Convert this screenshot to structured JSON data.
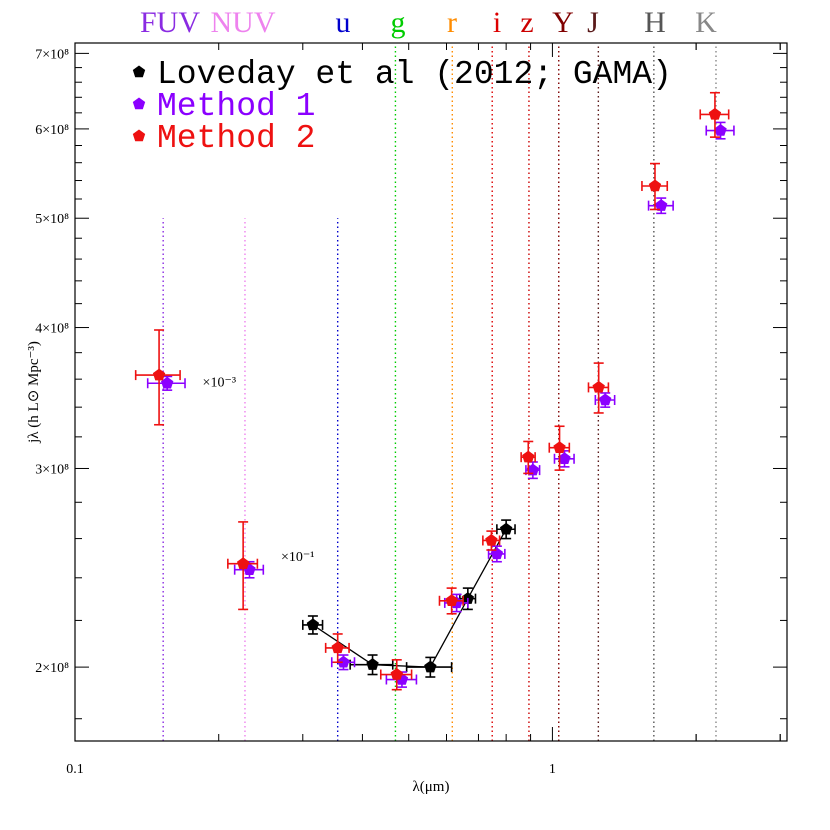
{
  "chart_data": {
    "type": "scatter",
    "xlabel": "λ(μm)",
    "ylabel": "jλ (h L⊙ Mpc⁻³)",
    "xscale": "log",
    "yscale": "log",
    "xlim": [
      0.1,
      3.1
    ],
    "ylim": [
      172000000.0,
      715000000.0
    ],
    "x_ticks": [
      {
        "value": 0.1,
        "label": "0.1"
      },
      {
        "value": 1,
        "label": "1"
      }
    ],
    "y_ticks": [
      {
        "value": 200000000.0,
        "label": "2×10⁸"
      },
      {
        "value": 300000000.0,
        "label": "3×10⁸"
      },
      {
        "value": 400000000.0,
        "label": "4×10⁸"
      },
      {
        "value": 500000000.0,
        "label": "5×10⁸"
      },
      {
        "value": 600000000.0,
        "label": "6×10⁸"
      },
      {
        "value": 700000000.0,
        "label": "7×10⁸"
      }
    ],
    "bands": [
      {
        "name": "FUV",
        "wavelength": 0.153,
        "color": "#8a2be2",
        "line_top": 500000000.0
      },
      {
        "name": "NUV",
        "wavelength": 0.227,
        "color": "#ee82ee",
        "line_top": 500000000.0
      },
      {
        "name": "u",
        "wavelength": 0.355,
        "color": "#0000cd",
        "line_top": 500000000.0
      },
      {
        "name": "g",
        "wavelength": 0.469,
        "color": "#00cc00",
        "line_top": 715000000.0
      },
      {
        "name": "r",
        "wavelength": 0.617,
        "color": "#ff8c00",
        "line_top": 715000000.0
      },
      {
        "name": "i",
        "wavelength": 0.748,
        "color": "#dd0000",
        "line_top": 715000000.0
      },
      {
        "name": "z",
        "wavelength": 0.893,
        "color": "#cc0000",
        "line_top": 715000000.0
      },
      {
        "name": "Y",
        "wavelength": 1.031,
        "color": "#800000",
        "line_top": 715000000.0
      },
      {
        "name": "J",
        "wavelength": 1.248,
        "color": "#5a1a1a",
        "line_top": 715000000.0
      },
      {
        "name": "H",
        "wavelength": 1.631,
        "color": "#555555",
        "line_top": 715000000.0
      },
      {
        "name": "K",
        "wavelength": 2.201,
        "color": "#888888",
        "line_top": 715000000.0
      }
    ],
    "series": [
      {
        "name": "Loveday et al (2012; GAMA)",
        "color": "#000000",
        "connected": true,
        "points": [
          {
            "x": 0.315,
            "y": 218000000.0,
            "xerr": 0.015,
            "yerr": 4000000.0
          },
          {
            "x": 0.42,
            "y": 201000000.0,
            "xerr": 0.043,
            "yerr": 4000000.0
          },
          {
            "x": 0.555,
            "y": 200000000.0,
            "xerr": 0.06,
            "yerr": 4000000.0
          },
          {
            "x": 0.665,
            "y": 230000000.0,
            "xerr": 0.025,
            "yerr": 5000000.0
          },
          {
            "x": 0.8,
            "y": 265000000.0,
            "xerr": 0.035,
            "yerr": 5000000.0
          }
        ]
      },
      {
        "name": "Method 1",
        "color": "#8b00ff",
        "connected": false,
        "points": [
          {
            "x": 0.156,
            "y": 357000000.0,
            "xerr": 0.014,
            "yerr": 5000000.0
          },
          {
            "x": 0.232,
            "y": 244000000.0,
            "xerr": 0.016,
            "yerr": 4000000.0
          },
          {
            "x": 0.365,
            "y": 202000000.0,
            "xerr": 0.02,
            "yerr": 3000000.0
          },
          {
            "x": 0.484,
            "y": 195000000.0,
            "xerr": 0.035,
            "yerr": 3000000.0
          },
          {
            "x": 0.63,
            "y": 228000000.0,
            "xerr": 0.035,
            "yerr": 4000000.0
          },
          {
            "x": 0.765,
            "y": 252000000.0,
            "xerr": 0.03,
            "yerr": 4000000.0
          },
          {
            "x": 0.91,
            "y": 299000000.0,
            "xerr": 0.03,
            "yerr": 5000000.0
          },
          {
            "x": 1.06,
            "y": 306000000.0,
            "xerr": 0.05,
            "yerr": 5000000.0
          },
          {
            "x": 1.29,
            "y": 345000000.0,
            "xerr": 0.06,
            "yerr": 5000000.0
          },
          {
            "x": 1.69,
            "y": 513000000.0,
            "xerr": 0.1,
            "yerr": 8000000.0
          },
          {
            "x": 2.25,
            "y": 598000000.0,
            "xerr": 0.15,
            "yerr": 10000000.0
          }
        ]
      },
      {
        "name": "Method 2",
        "color": "#ee1111",
        "connected": false,
        "points": [
          {
            "x": 0.15,
            "y": 363000000.0,
            "xerr": 0.016,
            "yerr": 35000000.0
          },
          {
            "x": 0.225,
            "y": 247000000.0,
            "xerr": 0.016,
            "yerr": 22000000.0
          },
          {
            "x": 0.355,
            "y": 208000000.0,
            "xerr": 0.02,
            "yerr": 6000000.0
          },
          {
            "x": 0.472,
            "y": 197000000.0,
            "xerr": 0.035,
            "yerr": 6000000.0
          },
          {
            "x": 0.615,
            "y": 229000000.0,
            "xerr": 0.035,
            "yerr": 6000000.0
          },
          {
            "x": 0.745,
            "y": 259000000.0,
            "xerr": 0.03,
            "yerr": 5000000.0
          },
          {
            "x": 0.89,
            "y": 307000000.0,
            "xerr": 0.03,
            "yerr": 10000000.0
          },
          {
            "x": 1.035,
            "y": 313000000.0,
            "xerr": 0.05,
            "yerr": 14000000.0
          },
          {
            "x": 1.25,
            "y": 354000000.0,
            "xerr": 0.06,
            "yerr": 18000000.0
          },
          {
            "x": 1.64,
            "y": 534000000.0,
            "xerr": 0.1,
            "yerr": 25000000.0
          },
          {
            "x": 2.19,
            "y": 618000000.0,
            "xerr": 0.15,
            "yerr": 28000000.0
          }
        ]
      }
    ],
    "annotations": [
      {
        "text": "×10⁻³",
        "x": 0.185,
        "y": 357000000.0
      },
      {
        "text": "×10⁻¹",
        "x": 0.27,
        "y": 250000000.0
      }
    ]
  }
}
